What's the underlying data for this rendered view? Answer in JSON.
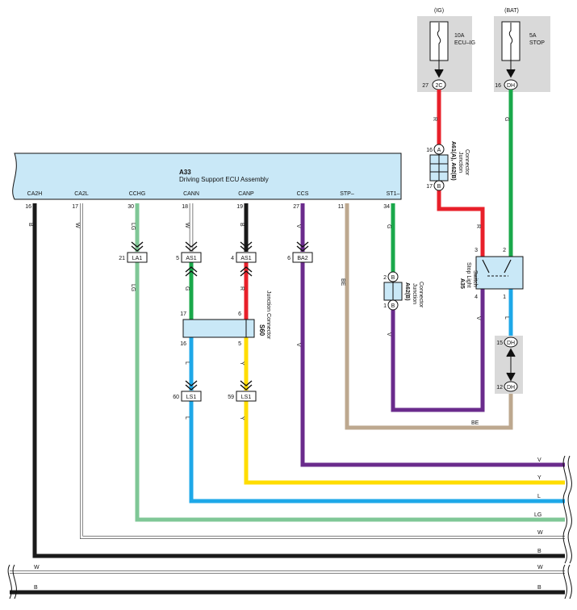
{
  "colors": {
    "R": "#e8202a",
    "G": "#1aa84a",
    "B": "#1a1a1a",
    "W": "#ffffff",
    "LG": "#7fc796",
    "V": "#6a2b8c",
    "BE": "#bda88f",
    "Y": "#ffdd00",
    "L": "#1ea8e8",
    "ecu_fill": "#c9e8f7",
    "fuse_box": "#d9d9d9"
  },
  "fuses": {
    "ig": {
      "group": "(IG)",
      "rating": "10A",
      "name": "ECU–IG",
      "pin": "27",
      "conn": "2C"
    },
    "bat": {
      "group": "(BAT)",
      "rating": "5A",
      "name": "STOP",
      "pin": "16",
      "conn": "DH"
    }
  },
  "ecu": {
    "code": "A33",
    "name": "Driving Support ECU Assembly",
    "terminals": [
      {
        "name": "CA2H",
        "pin": "16",
        "color": "B"
      },
      {
        "name": "CA2L",
        "pin": "17",
        "color": "W"
      },
      {
        "name": "CCHG",
        "pin": "30",
        "color": "LG"
      },
      {
        "name": "CANN",
        "pin": "18",
        "color": "W"
      },
      {
        "name": "CANP",
        "pin": "19",
        "color": "B"
      },
      {
        "name": "CCS",
        "pin": "27",
        "color": "V"
      },
      {
        "name": "STP–",
        "pin": "11",
        "color": "BE"
      },
      {
        "name": "ST1–",
        "pin": "34",
        "color": "G"
      }
    ]
  },
  "connectors": {
    "la1": {
      "pin": "21",
      "name": "LA1"
    },
    "as1a": {
      "pin": "5",
      "name": "AS1"
    },
    "as1b": {
      "pin": "4",
      "name": "AS1"
    },
    "ba2": {
      "pin": "6",
      "name": "BA2"
    },
    "ls1a": {
      "pin": "60",
      "name": "LS1"
    },
    "ls1b": {
      "pin": "59",
      "name": "LS1"
    }
  },
  "junction_a61": {
    "title": "A61(A), A62(B)",
    "sub1": "Junction",
    "sub2": "Connector",
    "top_pin": "16",
    "top_conn": "A",
    "bot_pin": "17",
    "bot_conn": "B"
  },
  "junction_a62": {
    "title": "A62(B)",
    "sub1": "Junction",
    "sub2": "Connector",
    "top_pin": "2",
    "top_conn": "B",
    "bot_pin": "1",
    "bot_conn": "B"
  },
  "junction_s60": {
    "title": "S60",
    "sub": "Junction Connector",
    "pins": [
      "17",
      "6",
      "16",
      "5"
    ]
  },
  "stop_switch": {
    "code": "A35",
    "line1": "Stop Light",
    "line2": "Switch",
    "pins": [
      "3",
      "2",
      "4",
      "1"
    ]
  },
  "dh_joint": {
    "top_pin": "15",
    "top_conn": "DH",
    "bot_pin": "12",
    "bot_conn": "DH"
  },
  "wire_labels": {
    "r_ig": "R",
    "g_bat": "G",
    "r_junction": "R",
    "b_ca2h": "B",
    "w_ca2l": "W",
    "lg_top": "LG",
    "lg_mid": "LG",
    "w_cann": "W",
    "b_canp": "B",
    "g_s60": "G",
    "r_s60": "R",
    "l_s60": "L",
    "y_s60": "Y",
    "l_low": "L",
    "y_low": "Y",
    "v_ccs_top": "V",
    "v_ccs_mid": "V",
    "be_stp": "BE",
    "g_st1": "G",
    "v_a62": "V",
    "v_sw": "V",
    "l_sw": "L",
    "be_bottom": "BE"
  },
  "bus_labels": [
    "V",
    "Y",
    "L",
    "LG",
    "W",
    "B",
    "W",
    "B",
    "W",
    "B"
  ]
}
